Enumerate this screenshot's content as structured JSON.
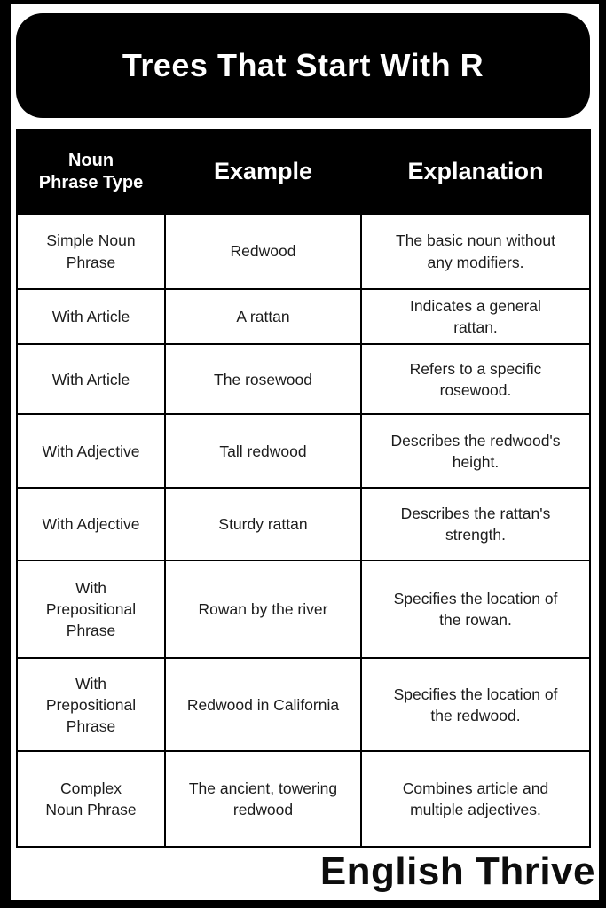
{
  "title": "Trees That Start With R",
  "brand": "English Thrive",
  "colors": {
    "frame": "#000000",
    "title_box_bg": "#000000",
    "title_text": "#ffffff",
    "header_bg": "#000000",
    "header_text": "#ffffff",
    "cell_text": "#1c1c1c",
    "page_bg": "#ffffff"
  },
  "table": {
    "headers": [
      "Noun Phrase Type",
      "Example",
      "Explanation"
    ],
    "rows": [
      {
        "type": "Simple Noun Phrase",
        "example": "Redwood",
        "explanation": "The basic noun without any modifiers."
      },
      {
        "type": "With Article",
        "example": "A rattan",
        "explanation": "Indicates a general rattan."
      },
      {
        "type": "With Article",
        "example": "The rosewood",
        "explanation": "Refers to a specific rosewood."
      },
      {
        "type": "With Adjective",
        "example": "Tall redwood",
        "explanation": "Describes the redwood's height."
      },
      {
        "type": "With Adjective",
        "example": "Sturdy rattan",
        "explanation": "Describes the rattan's strength."
      },
      {
        "type": "With Prepositional Phrase",
        "example": "Rowan by the river",
        "explanation": "Specifies the location of the rowan."
      },
      {
        "type": "With Prepositional Phrase",
        "example": "Redwood in California",
        "explanation": "Specifies the location of the redwood."
      },
      {
        "type": "Complex Noun Phrase",
        "example": "The ancient, towering redwood",
        "explanation": "Combines article and multiple adjectives."
      }
    ]
  }
}
